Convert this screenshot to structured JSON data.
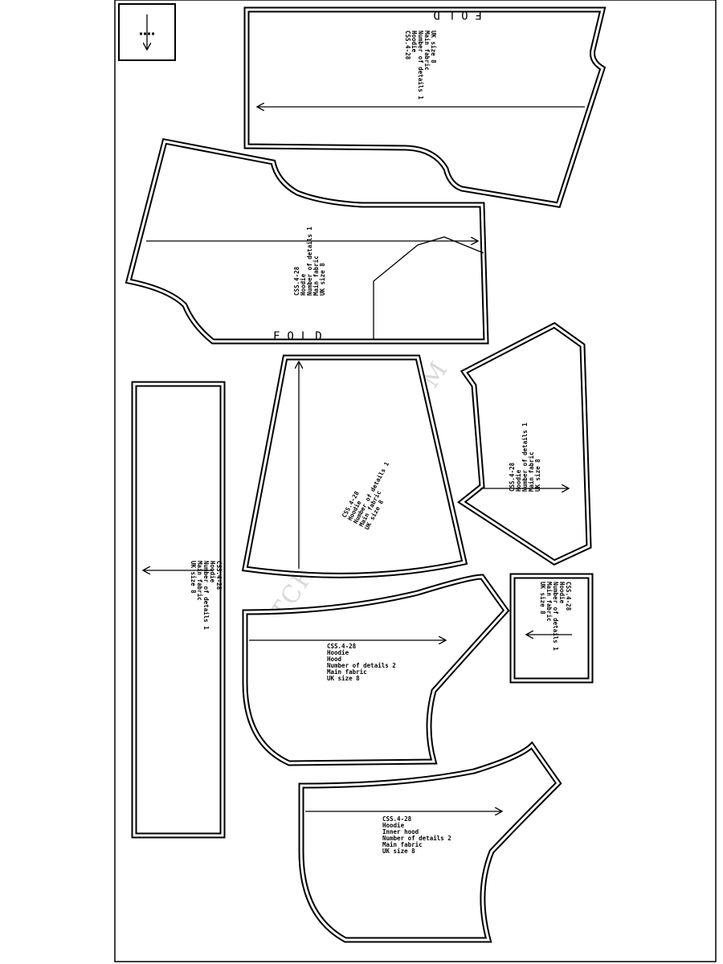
{
  "watermark": "STITCHYPATTERNS.COM",
  "fold_label": "FOLD",
  "pieces": {
    "hood": {
      "lines": [
        "CSS.4-28",
        "Hoodie",
        "Hood",
        "Number of details 2",
        "Main fabric",
        "UK size 8"
      ]
    },
    "inner_hood": {
      "lines": [
        "CSS.4-28",
        "Hoodie",
        "Inner hood",
        "Number of details 2",
        "Main fabric",
        "UK size 8"
      ]
    },
    "generic": {
      "lines": [
        "CSS.4-28",
        "Hoodie",
        "Number of details 1",
        "Main fabric",
        "UK size 8"
      ]
    }
  }
}
